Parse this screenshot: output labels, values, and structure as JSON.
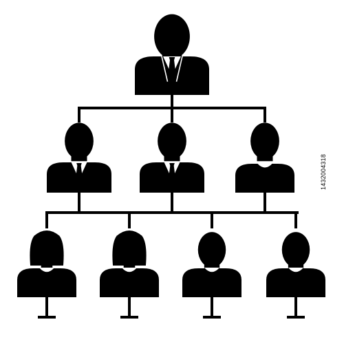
{
  "diagram": {
    "type": "org-chart",
    "levels": [
      {
        "level": 1,
        "people": [
          {
            "id": "p1",
            "icon": "businessman-icon"
          }
        ]
      },
      {
        "level": 2,
        "people": [
          {
            "id": "p2",
            "icon": "man-with-tie-icon"
          },
          {
            "id": "p3",
            "icon": "man-with-tie-icon"
          },
          {
            "id": "p4",
            "icon": "man-icon"
          }
        ]
      },
      {
        "level": 3,
        "people": [
          {
            "id": "p5",
            "icon": "woman-icon"
          },
          {
            "id": "p6",
            "icon": "woman-icon"
          },
          {
            "id": "p7",
            "icon": "man-icon"
          },
          {
            "id": "p8",
            "icon": "man-icon"
          }
        ]
      }
    ],
    "edges": [
      [
        "p1",
        "p2"
      ],
      [
        "p1",
        "p3"
      ],
      [
        "p1",
        "p4"
      ],
      [
        "p2",
        "p5"
      ],
      [
        "p2",
        "p6"
      ],
      [
        "p3",
        "p7"
      ],
      [
        "p4",
        "p8"
      ]
    ],
    "colors": {
      "icon": "#000000",
      "background": "#ffffff",
      "collar": "#ffffff"
    }
  },
  "watermark": {
    "stock_id": "1432004318"
  }
}
